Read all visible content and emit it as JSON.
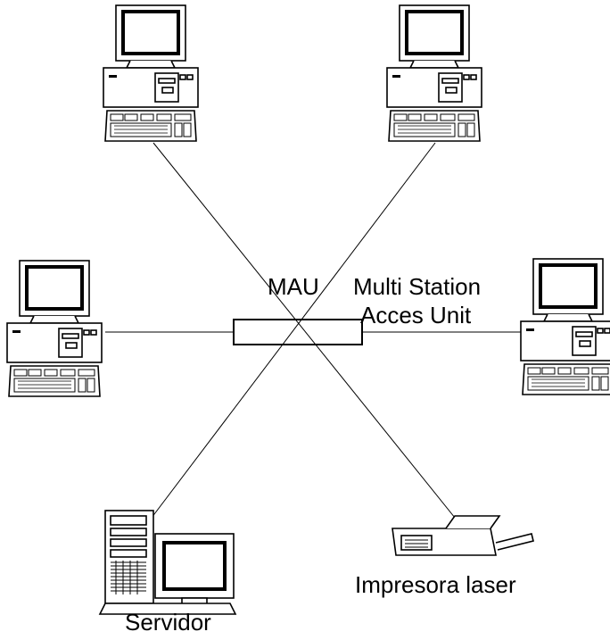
{
  "labels": {
    "mau": "MAU",
    "mau_desc_line1": "Multi Station",
    "mau_desc_line2": "Acces Unit",
    "printer": "Impresora laser",
    "server": "Servidor"
  },
  "icons": {
    "workstation": "desktop-computer-icon",
    "server": "tower-server-icon",
    "printer": "laser-printer-icon",
    "hub": "mau-hub-icon"
  }
}
